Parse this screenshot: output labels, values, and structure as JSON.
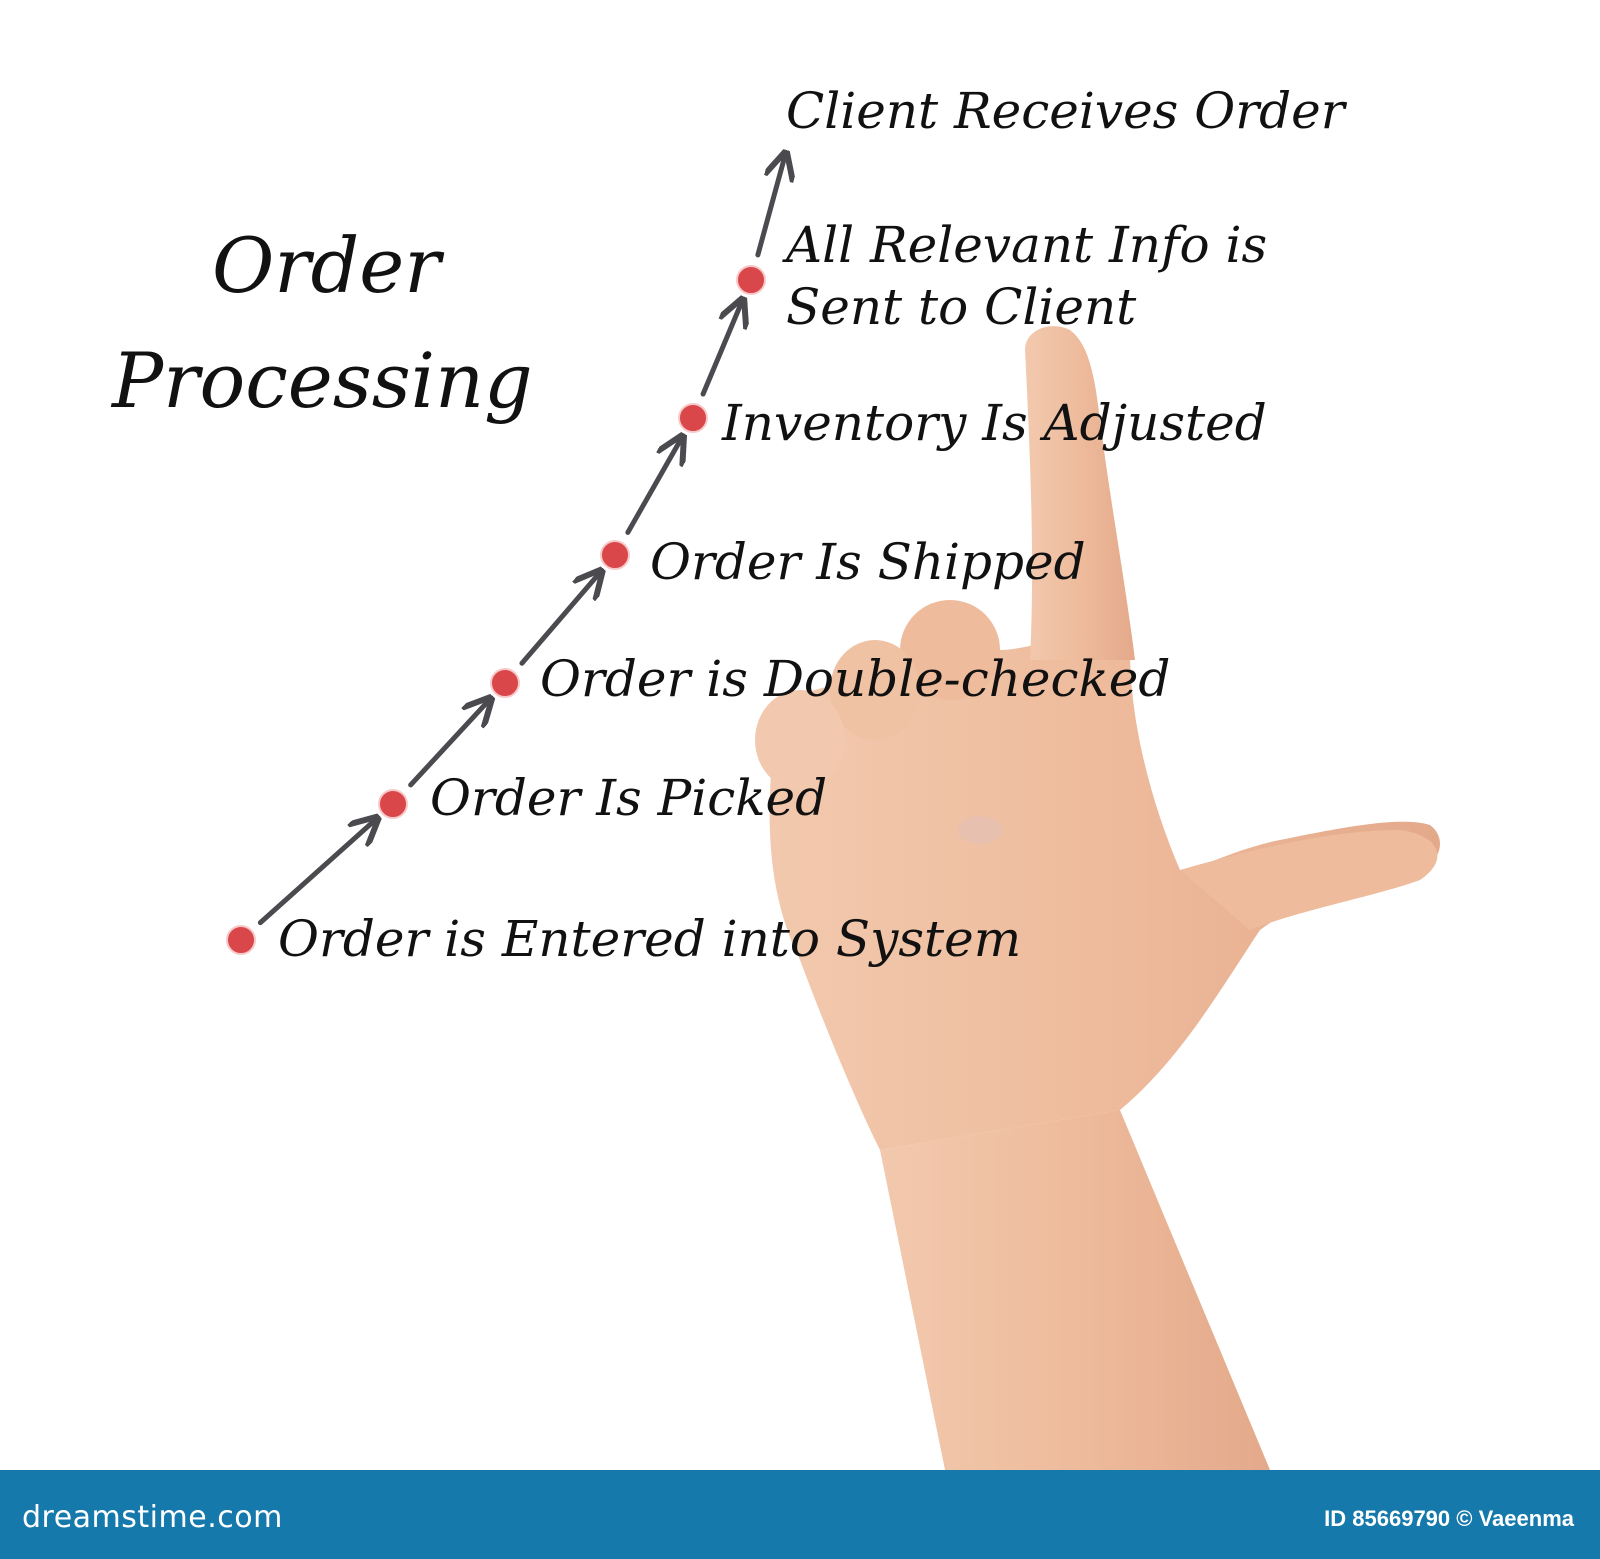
{
  "title": {
    "line1": "Order",
    "line2": "Processing"
  },
  "steps": [
    {
      "label": "Order is Entered into System"
    },
    {
      "label": "Order Is Picked"
    },
    {
      "label": "Order is Double-checked"
    },
    {
      "label": "Order Is Shipped"
    },
    {
      "label": "Inventory Is Adjusted"
    },
    {
      "label_line1": "All Relevant Info is",
      "label_line2": "Sent to Client"
    },
    {
      "label": "Client Receives Order"
    }
  ],
  "footer": {
    "brand": "dreamstime.com",
    "credit": "ID 85669790 © Vaeenma"
  },
  "colors": {
    "dot": "#d9474a",
    "arrow": "#4a4a4f",
    "footer": "#1679ac",
    "skin": "#f0c2a4"
  },
  "watermark": "dreamstime"
}
